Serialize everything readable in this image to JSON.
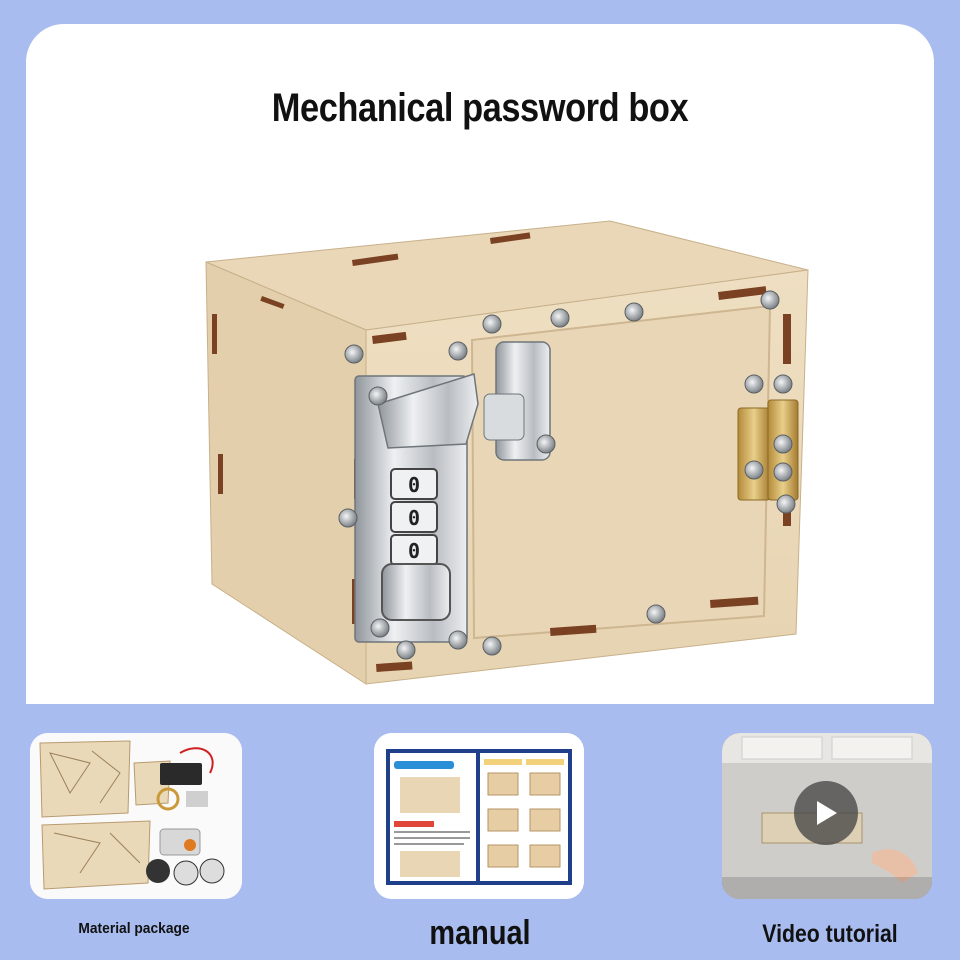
{
  "main": {
    "title": "Mechanical password box",
    "lock_digits": [
      "0",
      "0",
      "0"
    ]
  },
  "thumbnails": [
    {
      "caption": "Material package"
    },
    {
      "caption": "manual"
    },
    {
      "caption": "Video tutorial"
    }
  ],
  "colors": {
    "background": "#a8bcef",
    "wood": "#ecdcbf",
    "wood_dark": "#d6c2a0",
    "slot": "#7a4222",
    "metal": "#c9ccd0"
  },
  "icons": [
    "play-icon"
  ]
}
